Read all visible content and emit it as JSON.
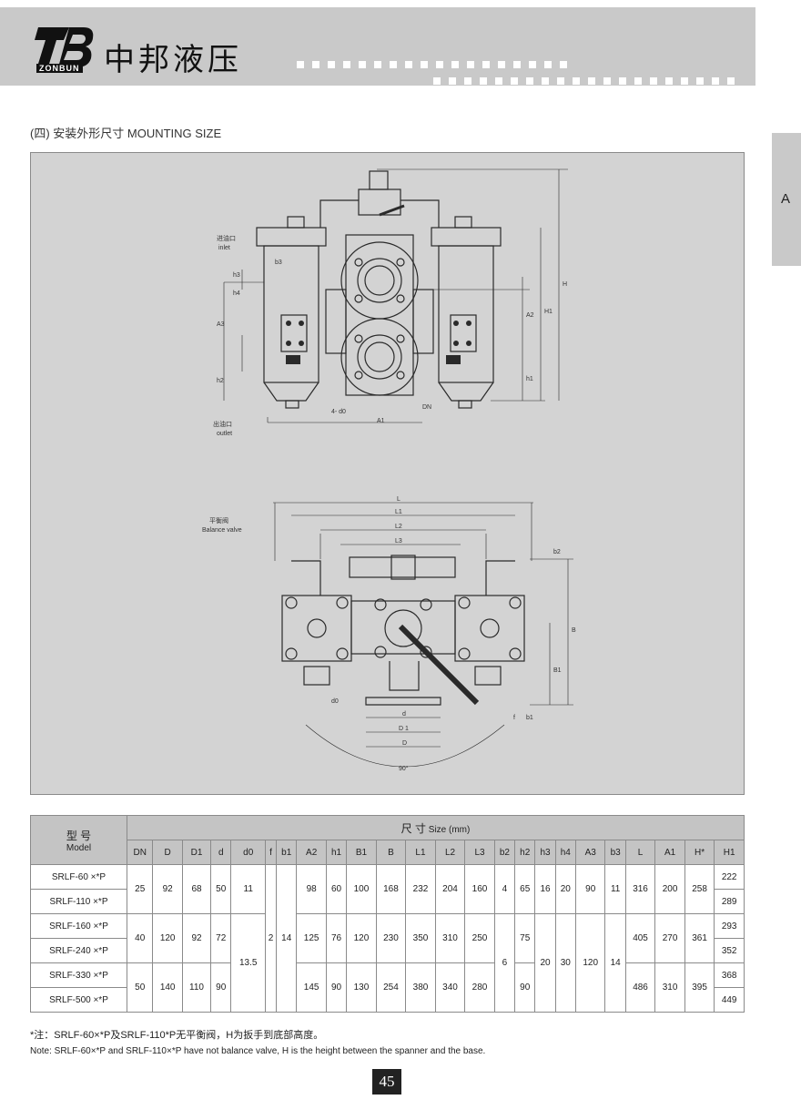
{
  "header": {
    "logo_text": "ZONBUN",
    "brand_name": "中邦液压",
    "side_tab": "A"
  },
  "section": {
    "title": "(四) 安装外形尺寸   MOUNTING SIZE"
  },
  "drawing": {
    "labels": {
      "inlet_cn": "进油口",
      "inlet_en": "inlet",
      "outlet_cn": "出油口",
      "outlet_en": "outlet",
      "balance_cn": "平衡阀",
      "balance_en": "Balance valve",
      "four_d0": "4- d0",
      "dn": "DN",
      "a1": "A1",
      "a2": "A2",
      "a3": "A3",
      "h": "H",
      "h1": "H1",
      "h1_small": "h1",
      "h2": "h2",
      "h3": "h3",
      "h4": "h4",
      "b3": "b3",
      "l": "L",
      "l1": "L1",
      "l2": "L2",
      "l3": "L3",
      "b": "B",
      "b1": "B1",
      "b2": "b2",
      "f": "f",
      "b1_small": "b1",
      "d": "d",
      "d1": "D 1",
      "D": "D",
      "angle": "90°",
      "d0_circle": "d0"
    }
  },
  "table": {
    "model_cn": "型 号",
    "model_en": "Model",
    "size_cn": "尺    寸",
    "size_en": "Size (mm)",
    "columns": [
      "DN",
      "D",
      "D1",
      "d",
      "d0",
      "f",
      "b1",
      "A2",
      "h1",
      "B1",
      "B",
      "L1",
      "L2",
      "L3",
      "b2",
      "h2",
      "h3",
      "h4",
      "A3",
      "b3",
      "L",
      "A1",
      "H*",
      "H1"
    ],
    "models": [
      "SRLF-60 ×*P",
      "SRLF-110 ×*P",
      "SRLF-160 ×*P",
      "SRLF-240 ×*P",
      "SRLF-330 ×*P",
      "SRLF-500 ×*P"
    ],
    "groups": [
      {
        "DN": "25",
        "D": "92",
        "D1": "68",
        "d": "50",
        "A2": "98",
        "h1": "60",
        "B1": "100",
        "B": "168",
        "L1": "232",
        "L2": "204",
        "L3": "160",
        "b2": "4",
        "h2": "65",
        "h3": "16",
        "h4": "20",
        "A3": "90",
        "b3": "11",
        "L": "316",
        "A1": "200",
        "H": "258"
      },
      {
        "DN": "40",
        "D": "120",
        "D1": "92",
        "d": "72",
        "A2": "125",
        "h1": "76",
        "B1": "120",
        "B": "230",
        "L1": "350",
        "L2": "310",
        "L3": "250",
        "h2": "75",
        "L": "405",
        "A1": "270",
        "H": "361"
      },
      {
        "DN": "50",
        "D": "140",
        "D1": "110",
        "d": "90",
        "A2": "145",
        "h1": "90",
        "B1": "130",
        "B": "254",
        "L1": "380",
        "L2": "340",
        "L3": "280",
        "h2": "90",
        "L": "486",
        "A1": "310",
        "H": "395"
      }
    ],
    "d0_first": "11",
    "d0_rest": "13.5",
    "f_all": "2",
    "b1_all": "14",
    "b2_rest": "6",
    "h3_rest": "20",
    "h4_rest": "30",
    "a3_rest": "120",
    "b3_rest": "14",
    "h1_values": [
      "222",
      "289",
      "293",
      "352",
      "368",
      "449"
    ]
  },
  "notes": {
    "cn": "*注：SRLF-60×*P及SRLF-110*P无平衡阀，H为扳手到底部高度。",
    "en": "Note: SRLF-60×*P and SRLF-110×*P have not balance valve, H  is the height between the spanner and the base."
  },
  "page_number": "45"
}
